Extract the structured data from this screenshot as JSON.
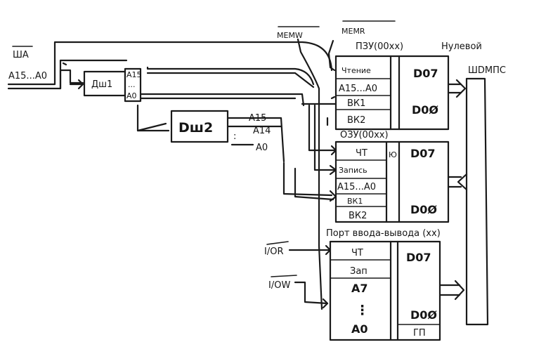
{
  "signals": {
    "sha": "ШA",
    "addr_in": "A15...A0",
    "memw": "MEMW",
    "memr": "MEMR",
    "iorq": "I/OR",
    "iow": "I/OW",
    "shdmps": "ШDМПС"
  },
  "decoder1": {
    "label": "Дш1",
    "outputs": [
      "A15",
      "...",
      "A0"
    ]
  },
  "decoder2": {
    "label": "Dш2",
    "outputs": [
      "A15",
      "A14",
      "A0"
    ],
    "dots": ":"
  },
  "rom": {
    "title": "ПЗУ(00xx)",
    "note": "Нулевой",
    "pins": [
      "Чтение",
      "A15...A0",
      "ВК1",
      "ВК2"
    ],
    "data_hi": "D07",
    "data_lo": "D0Ø"
  },
  "ram": {
    "title": "ОЗУ(00xx)",
    "pins": [
      "ЧТ",
      "Запись",
      "A15...A0",
      "ВК1",
      "ВК2"
    ],
    "mark": "Ю",
    "data_hi": "D07",
    "data_lo": "D0Ø"
  },
  "io": {
    "title": "Порт ввода-вывода (xx)",
    "pins": [
      "ЧТ",
      "Зап",
      "A7",
      "A0"
    ],
    "dots": "⋮",
    "data_hi": "D07",
    "data_lo": "D0Ø",
    "bottom": "ГП"
  }
}
